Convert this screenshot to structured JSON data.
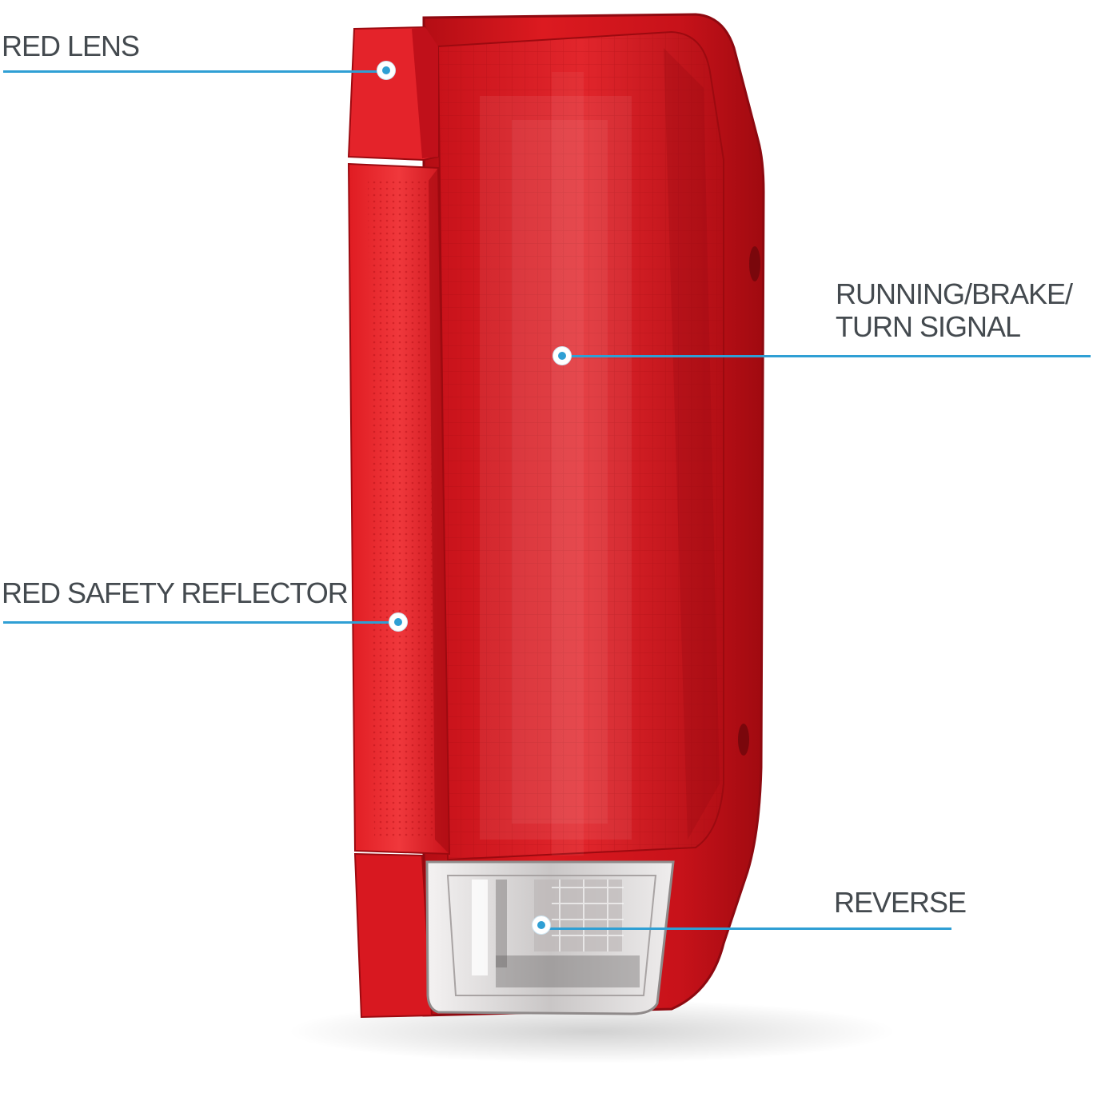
{
  "product": {
    "name_icon": "tail-light-assembly-image",
    "colors": {
      "lens_red": "#d8141c",
      "dark_red": "#a50a10",
      "reverse_clear": "#e9e6e6",
      "callout_blue": "#2f9fd4"
    }
  },
  "callouts": {
    "red_lens": "RED LENS",
    "running_brake_turn_line1": "RUNNING/BRAKE/",
    "running_brake_turn_line2": "TURN SIGNAL",
    "red_safety_reflector": "RED SAFETY REFLECTOR",
    "reverse": "REVERSE"
  }
}
